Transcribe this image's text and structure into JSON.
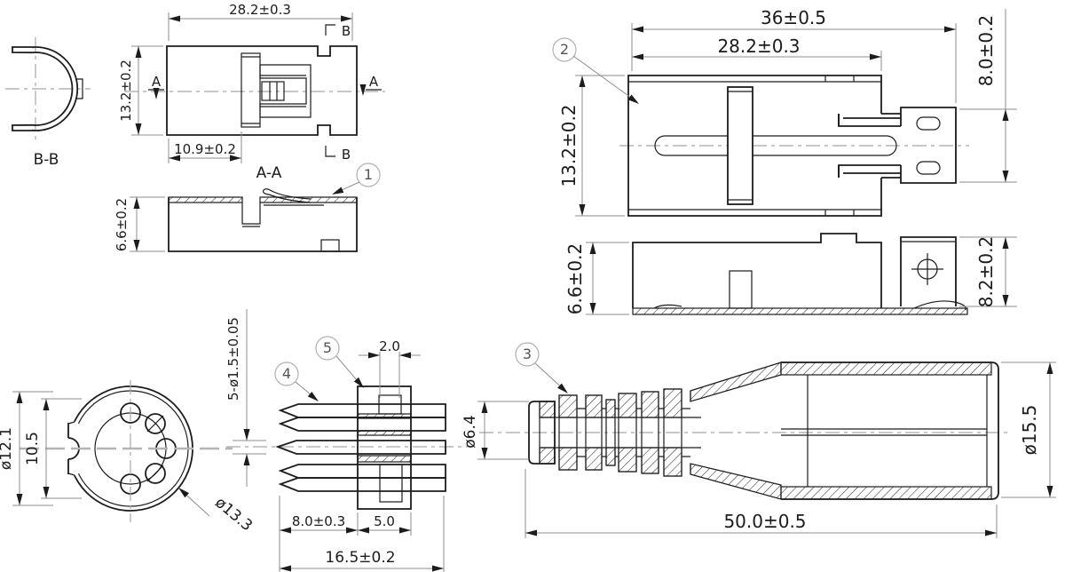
{
  "document": {
    "kind": "engineering-drawing",
    "subject": "5-pin DIN plug connector — shell, contacts and strain-relief boot",
    "background": "#ffffff"
  },
  "colors": {
    "line": "#1c1c1c",
    "dimension": "#8c8c8c",
    "centerline": "#a8a8a8",
    "balloon": "#b0b0b0",
    "text": "#1c1c1c"
  },
  "sections": {
    "a": "A",
    "b": "B",
    "aa": "A-A",
    "bb": "B-B"
  },
  "balloons": {
    "b1": "1",
    "b2": "2",
    "b3": "3",
    "b4": "4",
    "b5": "5"
  },
  "dims": {
    "shell_top_width": "28.2±0.3",
    "shell_top_height": "13.2±0.2",
    "shell_top_inner": "10.9±0.2",
    "shell_side_height": "6.6±0.2",
    "shield_total_length": "36±0.5",
    "shield_width": "28.2±0.3",
    "shield_height": "13.2±0.2",
    "shield_tab_height": "8.0±0.2",
    "shield_side_height": "6.6±0.2",
    "shield_side_tab": "8.2±0.2",
    "face_shell_dia": "ø12.1",
    "face_inner": "10.5",
    "face_flange_dia": "ø13.3",
    "pins_spec": "5-ø1.5±0.05",
    "pin_notch": "2.0",
    "pin_exposed": "8.0±0.3",
    "pin_block": "5.0",
    "pin_total": "16.5±0.2",
    "boot_entry_dia": "ø6.4",
    "boot_body_dia": "ø15.5",
    "boot_length": "50.0±0.5"
  }
}
